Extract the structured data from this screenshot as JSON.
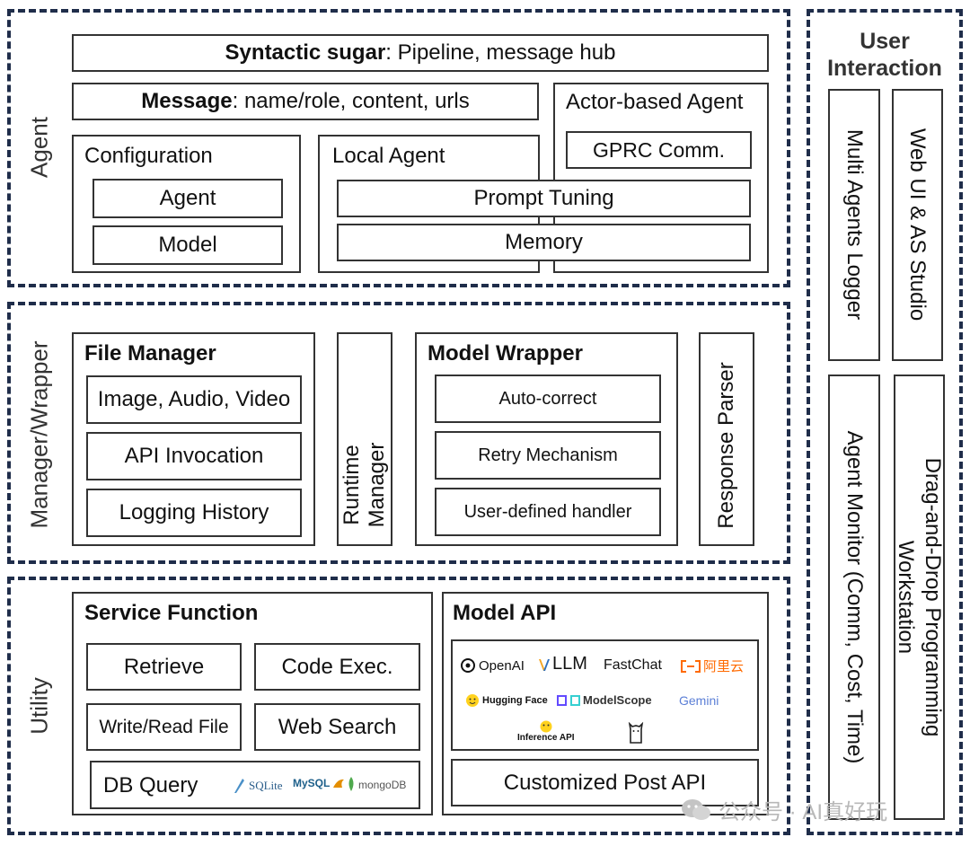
{
  "agent_section": {
    "label": "Agent",
    "syntactic_sugar": {
      "bold": "Syntactic sugar",
      "rest": ": Pipeline, message hub"
    },
    "message": {
      "bold": "Message",
      "rest": ": name/role, content, urls"
    },
    "configuration": {
      "title": "Configuration",
      "items": [
        "Agent",
        "Model"
      ]
    },
    "local_agent": {
      "title": "Local Agent"
    },
    "actor_agent": {
      "title": "Actor-based Agent",
      "comm": "GPRC Comm."
    },
    "prompt_tuning": "Prompt Tuning",
    "memory": "Memory"
  },
  "manager_section": {
    "label": "Manager/Wrapper",
    "file_manager": {
      "title": "File Manager",
      "items": [
        "Image, Audio, Video",
        "API Invocation",
        "Logging History"
      ]
    },
    "runtime_manager": [
      "Runtime",
      "Manager"
    ],
    "model_wrapper": {
      "title": "Model Wrapper",
      "items": [
        "Auto-correct",
        "Retry Mechanism",
        "User-defined handler"
      ]
    },
    "response_parser": "Response Parser"
  },
  "utility_section": {
    "label": "Utility",
    "service_function": {
      "title": "Service Function",
      "items": [
        "Retrieve",
        "Code Exec.",
        "Write/Read File",
        "Web Search"
      ],
      "db_query": "DB Query",
      "db_logos": [
        "SQLite",
        "MySQL",
        "mongoDB"
      ]
    },
    "model_api": {
      "title": "Model API",
      "logos": [
        "OpenAI",
        "LLM",
        "FastChat",
        "阿里云",
        "Hugging Face",
        "ModelScope",
        "Gemini",
        "Inference API"
      ],
      "customized": "Customized Post API"
    }
  },
  "user_interaction": {
    "title": [
      "User",
      "Interaction"
    ],
    "logger": "Multi Agents Logger",
    "webui": "Web UI & AS Studio",
    "monitor": "Agent Monitor (Comm, Cost, Time)",
    "dragdrop": [
      "Drag-and-Drop Programming",
      "Workstation"
    ]
  },
  "watermark": "公众号 · AI真好玩"
}
